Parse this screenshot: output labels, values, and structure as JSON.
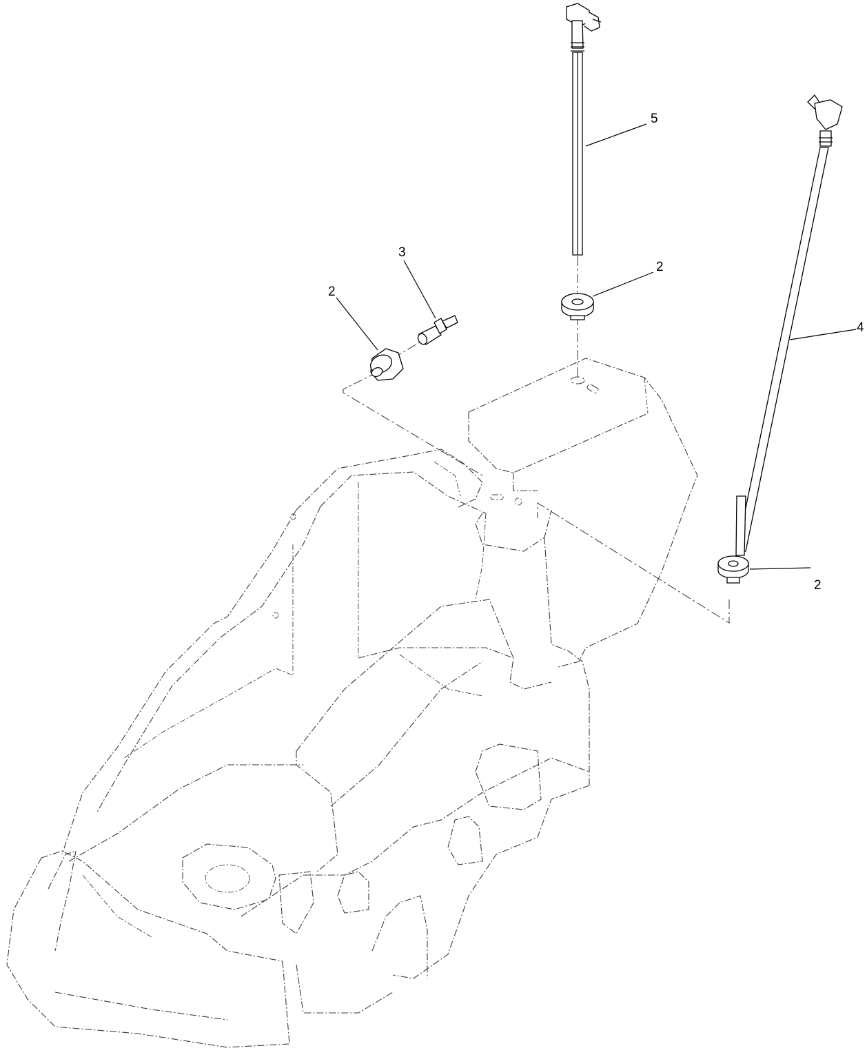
{
  "callouts": {
    "c1": "5",
    "c2": "3",
    "c3": "2",
    "c4": "2",
    "c5": "4",
    "c6": "2"
  }
}
